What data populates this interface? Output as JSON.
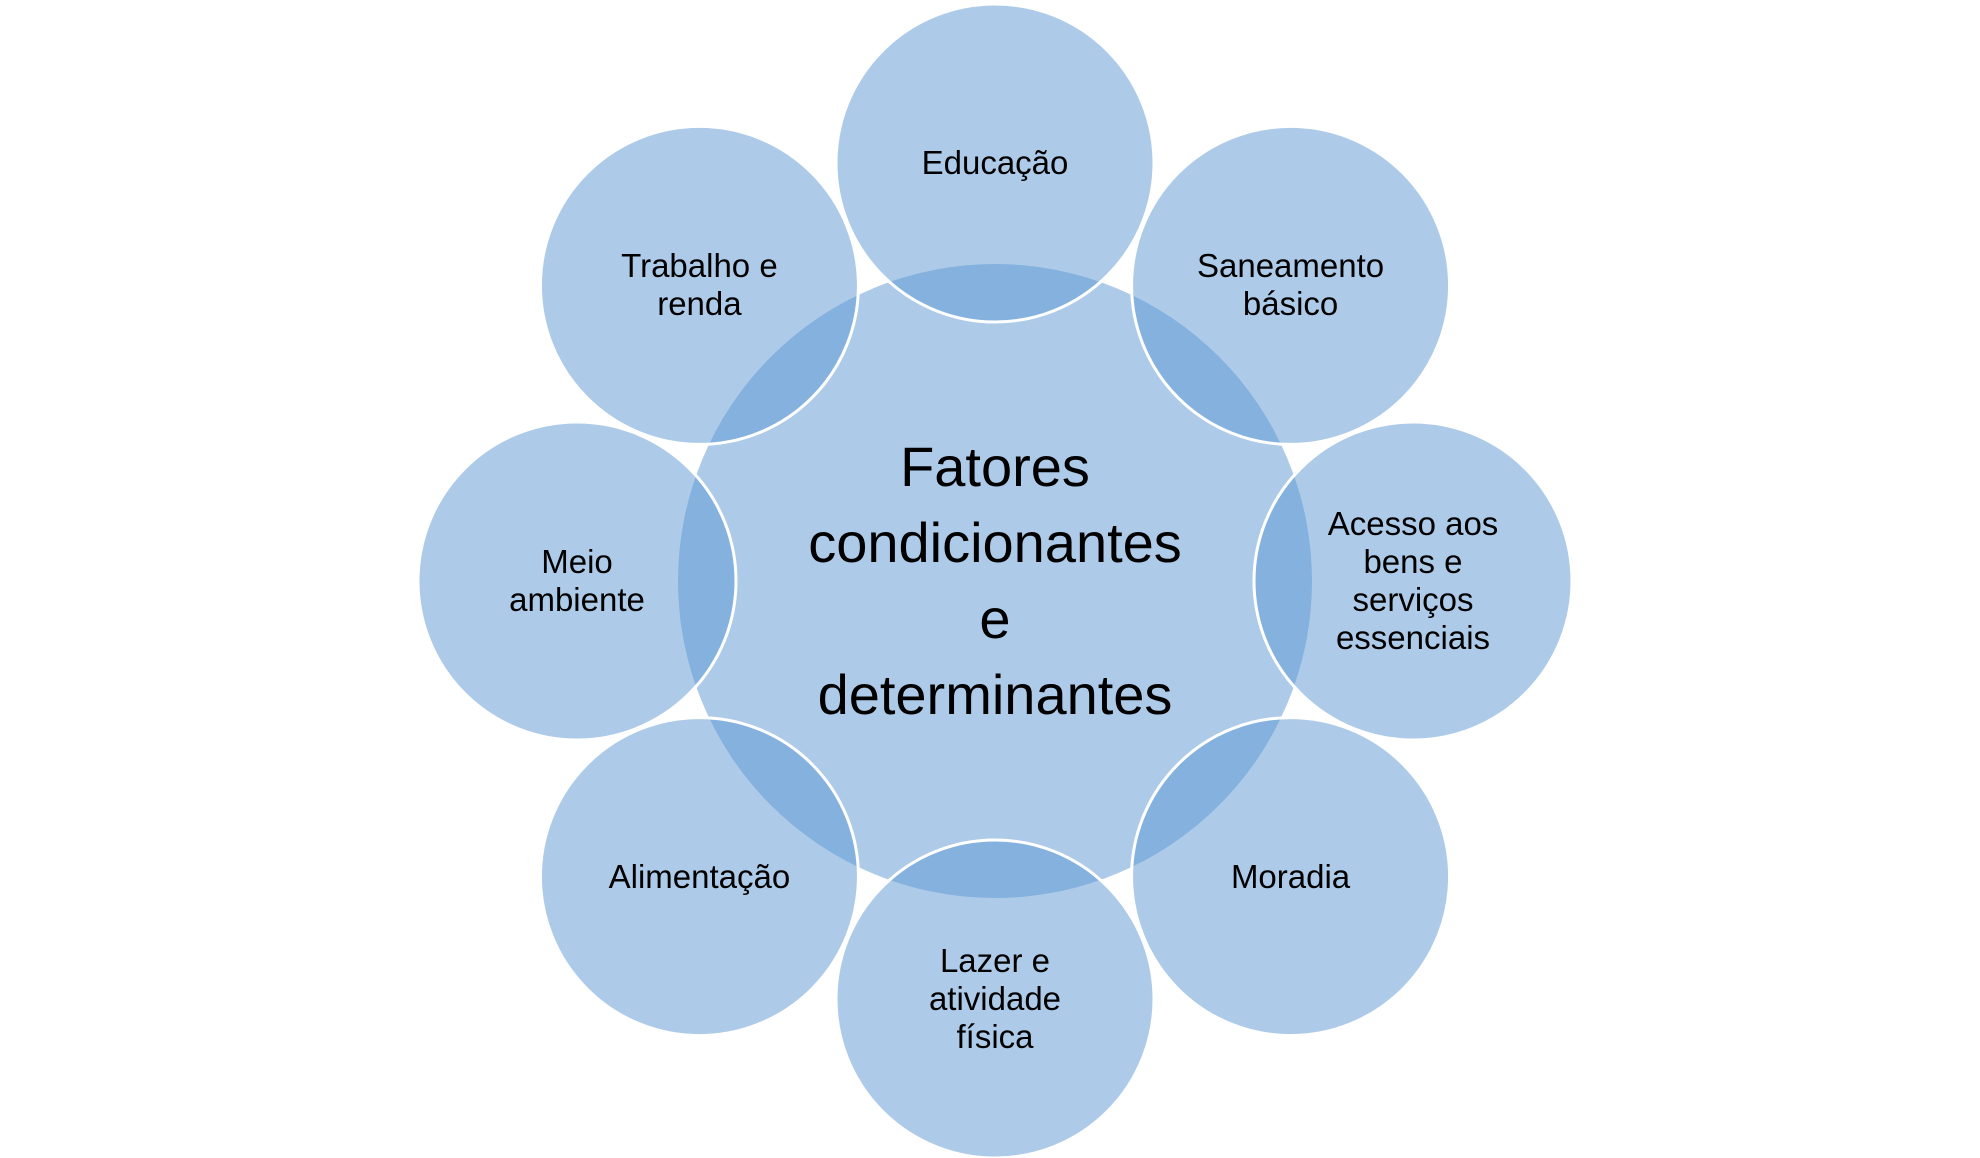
{
  "diagram": {
    "center_label": [
      "Fatores",
      "condicionantes",
      "e",
      "determinantes"
    ],
    "nodes": [
      {
        "label": [
          "Educação"
        ]
      },
      {
        "label": [
          "Saneamento",
          "básico"
        ]
      },
      {
        "label": [
          "Acesso aos",
          "bens e",
          "serviços",
          "essenciais"
        ]
      },
      {
        "label": [
          "Moradia"
        ]
      },
      {
        "label": [
          "Lazer e",
          "atividade",
          "física"
        ]
      },
      {
        "label": [
          "Alimentação"
        ]
      },
      {
        "label": [
          "Meio",
          "ambiente"
        ]
      },
      {
        "label": [
          "Trabalho e",
          "renda"
        ]
      }
    ],
    "colors": {
      "fill": "#adcbe8",
      "overlap": "#84b1dc",
      "stroke": "#ffffff"
    }
  }
}
